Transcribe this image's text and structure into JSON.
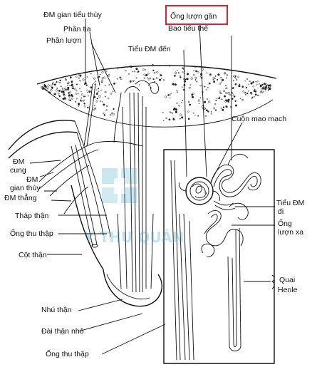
{
  "labels": {
    "interlobular_artery": "ĐM gian tiểu thùy",
    "medullary_ray": "Phần tia",
    "convoluted_part": "Phần lượn",
    "proximal_tubule": "Ống lượn gần",
    "bowman_capsule": "Bao tiểu thể",
    "afferent_arteriole": "Tiểu ĐM đến",
    "glomerulus": "Cuộn mao mạch",
    "arcuate_artery_1": "ĐM",
    "arcuate_artery_2": "cung",
    "interlobar_artery_1": "ĐM",
    "interlobar_artery_2": "gian thùy",
    "straight_artery": "ĐM thẳng",
    "renal_pyramid": "Tháp thận",
    "collecting_duct_top": "Ống thu thập",
    "renal_column": "Cột thận",
    "efferent_arteriole_1": "Tiểu ĐM",
    "efferent_arteriole_2": "đi",
    "distal_tubule_1": "Ống",
    "distal_tubule_2": "lượn xa",
    "loop_henle_1": "Quai",
    "loop_henle_2": "Henle",
    "renal_papilla": "Nhú thận",
    "minor_calyx": "Đài thận nhỏ",
    "collecting_duct_bottom": "Ống thu thập"
  },
  "watermark": {
    "brand": "Y THƯ QUÁN",
    "color": "#3aa0c8"
  },
  "highlight_color": "#e0202a"
}
